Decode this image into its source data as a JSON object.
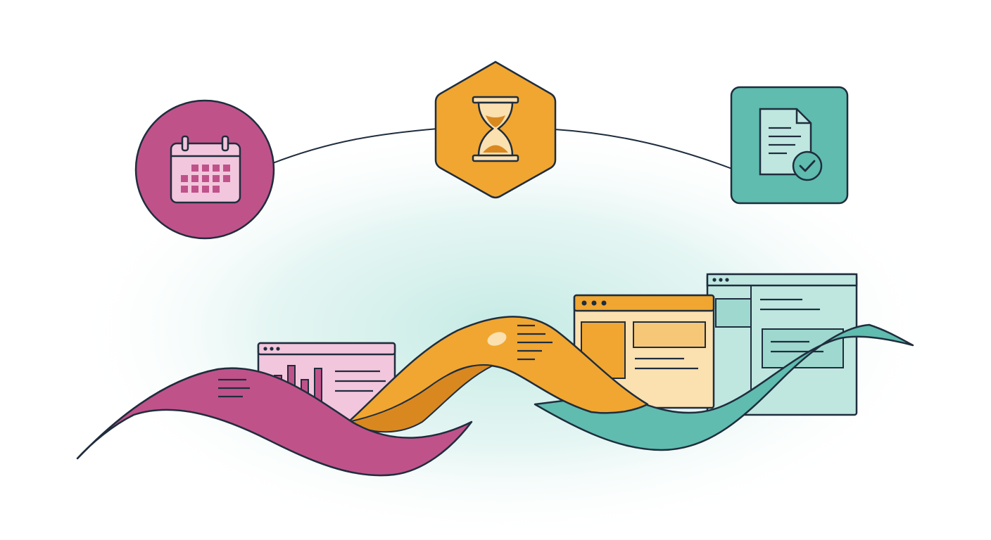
{
  "scene": {
    "background": "#ffffff",
    "glow_color": "#b9e6df",
    "outline_color": "#1f2d3d"
  },
  "milestones": [
    {
      "name": "calendar",
      "icon": "calendar-icon",
      "shape": "circle",
      "color": "#c0528a",
      "accent": "#f2c6dc"
    },
    {
      "name": "hourglass",
      "icon": "hourglass-icon",
      "shape": "hexagon",
      "color": "#f0a630",
      "accent": "#fbe0b0"
    },
    {
      "name": "document-approved",
      "icon": "document-check-icon",
      "shape": "rounded-square",
      "color": "#5fbcaf",
      "accent": "#bfe7e0"
    }
  ],
  "waves": [
    {
      "name": "magenta-wave",
      "color": "#c0528a"
    },
    {
      "name": "orange-wave",
      "color": "#f0a630",
      "shade": "#d9881f"
    },
    {
      "name": "teal-wave",
      "color": "#5fbcaf"
    }
  ],
  "panels": [
    {
      "name": "chart-panel",
      "icon": "bar-chart-icon",
      "color": "#f2c6dc",
      "header": "#c0528a"
    },
    {
      "name": "layout-panel",
      "icon": "browser-layout-icon",
      "color": "#fbe0b0",
      "header": "#f0a630"
    },
    {
      "name": "document-panel",
      "icon": "browser-document-icon",
      "color": "#bfe7e0",
      "header": "#5fbcaf"
    }
  ]
}
